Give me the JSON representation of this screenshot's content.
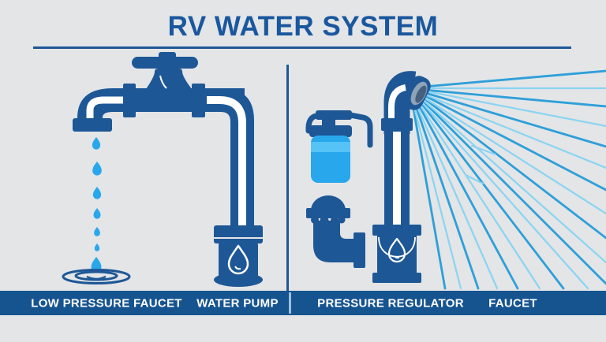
{
  "page": {
    "title": "RV WATER SYSTEM"
  },
  "footer": {
    "labels": [
      {
        "text": "LOW PRESSURE FAUCET"
      },
      {
        "text": "WATER PUMP"
      },
      {
        "text": "PRESSURE REGULATOR"
      },
      {
        "text": "FAUCET"
      }
    ]
  },
  "icons": {
    "left_panel": [
      "dripping-faucet-icon",
      "water-drop-icon",
      "water-ripple-icon",
      "water-pump-icon"
    ],
    "right_panel": [
      "water-filter-canister-icon",
      "check-valve-dome-icon",
      "pressure-regulator-vessel-icon",
      "spraying-faucet-icon",
      "spray-lines"
    ]
  },
  "colors": {
    "background": "#E3E5E7",
    "primary_blue": "#1E5796",
    "title_blue": "#1A579E",
    "band_blue": "#16548F",
    "water_blue": "#29A7EC",
    "canister_highlight": "#55C3F5",
    "spray_medium": "#2E9FD9",
    "spray_light": "#8AD4F2",
    "label_text": "#FFFFFF"
  }
}
